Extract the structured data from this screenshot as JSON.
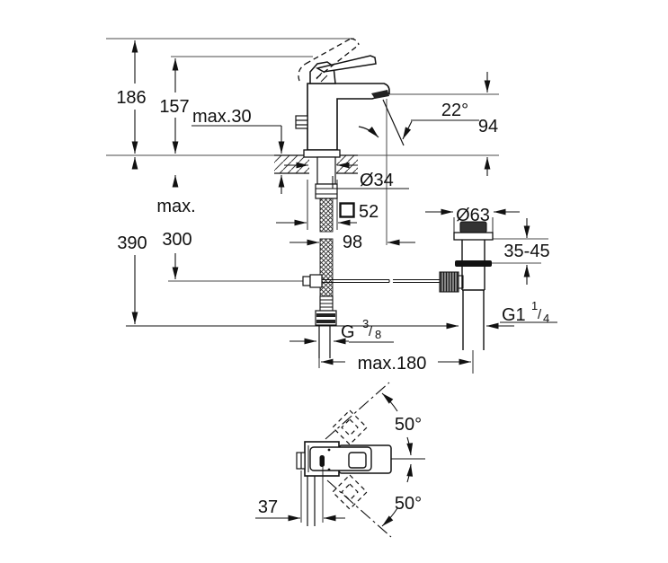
{
  "drawing": {
    "type": "technical-dimension-drawing",
    "line_color": "#1a1a1a",
    "background": "#ffffff",
    "side_view": {
      "overall_height": "186",
      "lever_height": "157",
      "deck_thickness_max": "max.30",
      "stream_angle": "22°",
      "spout_height": "94",
      "mounting_hole_diameter": "Ø34",
      "body_section_symbol": "square",
      "body_section_size": "52",
      "spout_projection": "98",
      "hose_length_max_line1": "max.",
      "hose_length_max_line2": "300",
      "below_deck_depth": "390",
      "drain_flange_diameter": "Ø63",
      "basin_deck_range": "35-45",
      "drain_thread": {
        "prefix": "G1",
        "numerator": "1",
        "slash": "/",
        "denominator": "4"
      },
      "supply_thread": {
        "prefix": "G",
        "numerator": "3",
        "slash": "/",
        "denominator": "8"
      },
      "center_distance_max": "max.180"
    },
    "top_view": {
      "lever_swing_upper": "50°",
      "lever_swing_lower": "50°",
      "rear_offset": "37"
    }
  }
}
